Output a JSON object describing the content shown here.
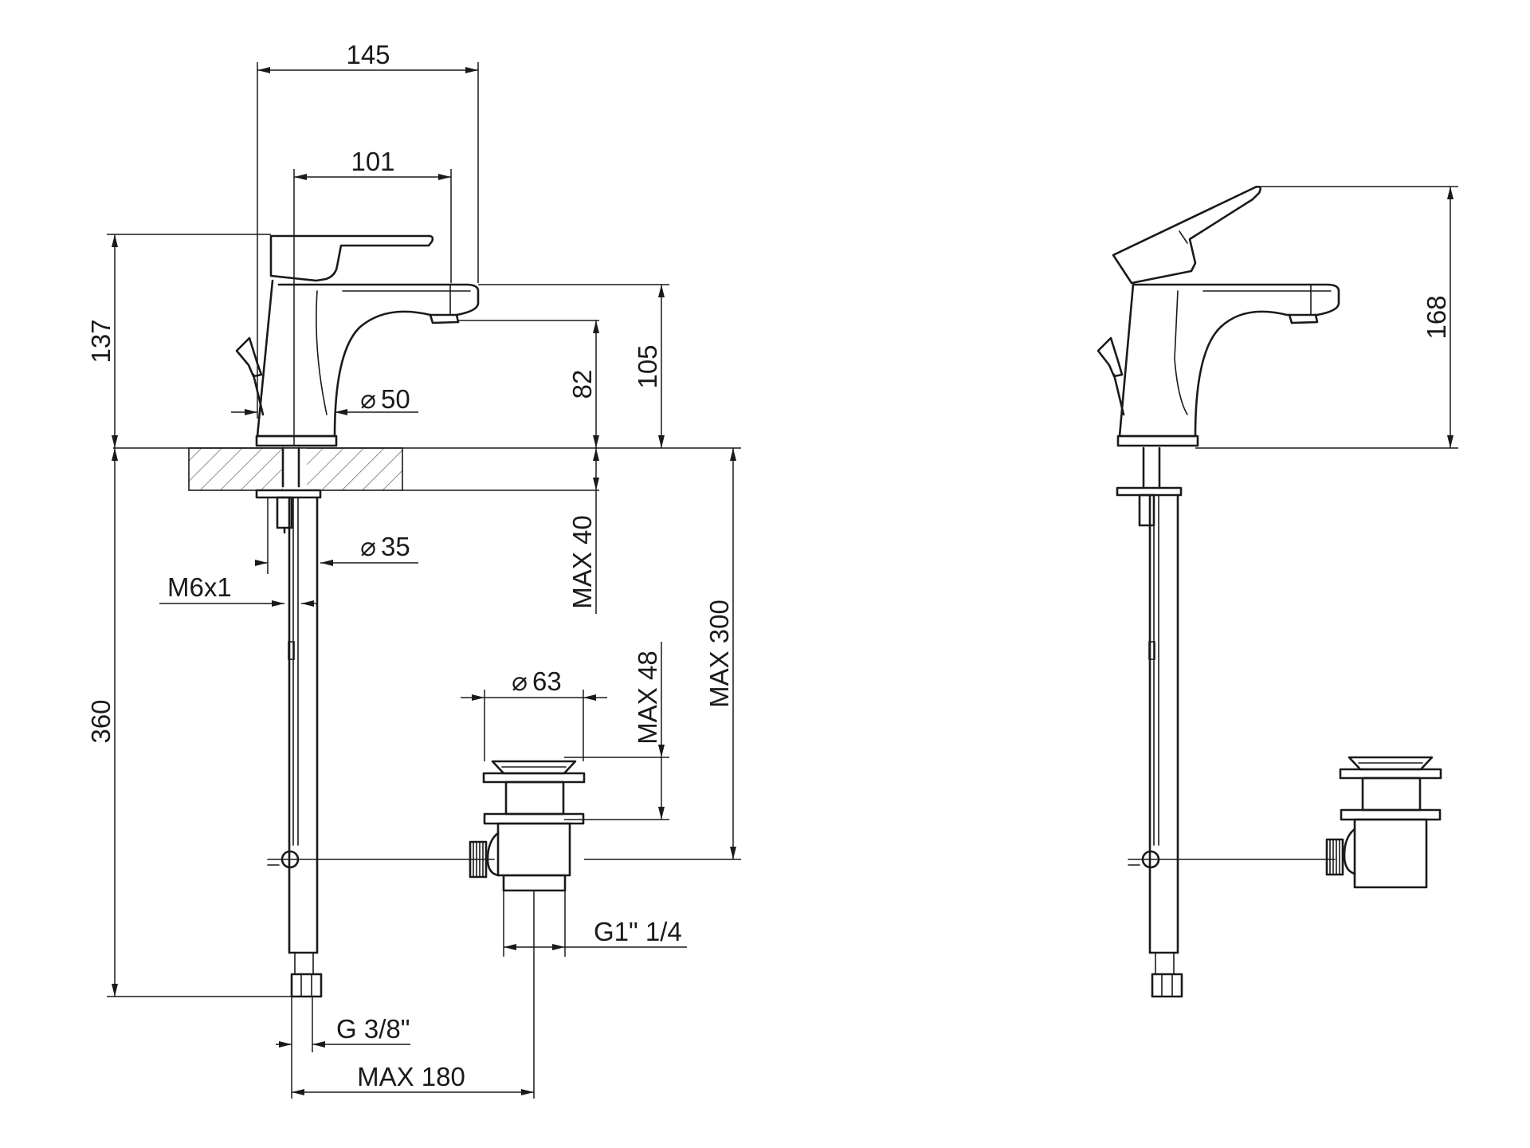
{
  "drawing": {
    "line_color": "#1a1a1a",
    "background": "#ffffff",
    "dimensions": {
      "overall_width": "145",
      "spout_reach": "101",
      "total_height": "137",
      "spout_height": "105",
      "outlet_height": "82",
      "body_diameter": "50",
      "max_deck_thickness": "MAX 40",
      "shank_diameter": "35",
      "rod_thread": "M6x1",
      "hose_length": "360",
      "max_below_deck": "MAX 300",
      "waste_diameter": "63",
      "waste_max_height": "MAX 48",
      "waste_thread": "G1\" 1/4",
      "hose_connection": "G 3/8\"",
      "max_offset": "MAX 180",
      "lever_open_height": "168"
    }
  }
}
